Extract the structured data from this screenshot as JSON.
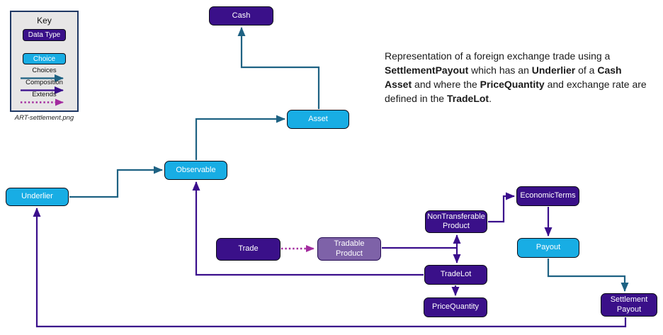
{
  "key": {
    "title": "Key",
    "data_type_label": "Data Type",
    "choice_label": "Choice",
    "arrows": [
      {
        "label": "Choices",
        "style": "solid",
        "color": "#1e6283"
      },
      {
        "label": "Composition",
        "style": "solid",
        "color": "#3a0e8c"
      },
      {
        "label": "Extends",
        "style": "dotted",
        "color": "#a32b9f"
      }
    ],
    "caption": "ART-settlement.png"
  },
  "description": {
    "segments": [
      {
        "text": "Representation of a foreign exchange trade using a ",
        "bold": false
      },
      {
        "text": "SettlementPayout",
        "bold": true
      },
      {
        "text": " which has an ",
        "bold": false
      },
      {
        "text": "Underlier",
        "bold": true
      },
      {
        "text": " of a ",
        "bold": false
      },
      {
        "text": "Cash Asset",
        "bold": true
      },
      {
        "text": " and where the ",
        "bold": false
      },
      {
        "text": "PriceQuantity",
        "bold": true
      },
      {
        "text": " and exchange rate are defined in the ",
        "bold": false
      },
      {
        "text": "TradeLot",
        "bold": true
      },
      {
        "text": ".",
        "bold": false
      }
    ]
  },
  "nodes": {
    "cash": {
      "label": "Cash",
      "type": "data_type"
    },
    "asset": {
      "label": "Asset",
      "type": "choice"
    },
    "observable": {
      "label": "Observable",
      "type": "choice"
    },
    "underlier": {
      "label": "Underlier",
      "type": "choice"
    },
    "trade": {
      "label": "Trade",
      "type": "data_type"
    },
    "tradable_product": {
      "label": "Tradable\nProduct",
      "type": "abstract"
    },
    "non_transferable_product": {
      "label": "NonTransferable\nProduct",
      "type": "data_type"
    },
    "economic_terms": {
      "label": "EconomicTerms",
      "type": "data_type"
    },
    "payout": {
      "label": "Payout",
      "type": "choice"
    },
    "trade_lot": {
      "label": "TradeLot",
      "type": "data_type"
    },
    "price_quantity": {
      "label": "PriceQuantity",
      "type": "data_type"
    },
    "settlement_payout": {
      "label": "Settlement\nPayout",
      "type": "data_type"
    }
  },
  "edges": [
    {
      "from": "Asset",
      "to": "Cash",
      "relation": "choices"
    },
    {
      "from": "Observable",
      "to": "Asset",
      "relation": "choices"
    },
    {
      "from": "Underlier",
      "to": "Observable",
      "relation": "choices"
    },
    {
      "from": "Trade",
      "to": "TradableProduct",
      "relation": "extends"
    },
    {
      "from": "TradableProduct",
      "to": "NonTransferableProduct",
      "relation": "composition"
    },
    {
      "from": "TradableProduct",
      "to": "TradeLot",
      "relation": "composition"
    },
    {
      "from": "NonTransferableProduct",
      "to": "EconomicTerms",
      "relation": "composition"
    },
    {
      "from": "EconomicTerms",
      "to": "Payout",
      "relation": "composition"
    },
    {
      "from": "Payout",
      "to": "SettlementPayout",
      "relation": "choices"
    },
    {
      "from": "SettlementPayout",
      "to": "Underlier",
      "relation": "composition"
    },
    {
      "from": "TradeLot",
      "to": "Observable",
      "relation": "composition"
    },
    {
      "from": "TradeLot",
      "to": "PriceQuantity",
      "relation": "composition"
    }
  ],
  "colors": {
    "data_type_fill": "#3a1089",
    "choice_fill": "#18ade4",
    "abstract_fill": "#7e62a8",
    "choices_arrow": "#1e6283",
    "composition_arrow": "#3a0e8c",
    "extends_arrow": "#a32b9f",
    "key_background": "#e7e6e6",
    "key_border": "#1f3864",
    "node_text": "#ffffff"
  }
}
